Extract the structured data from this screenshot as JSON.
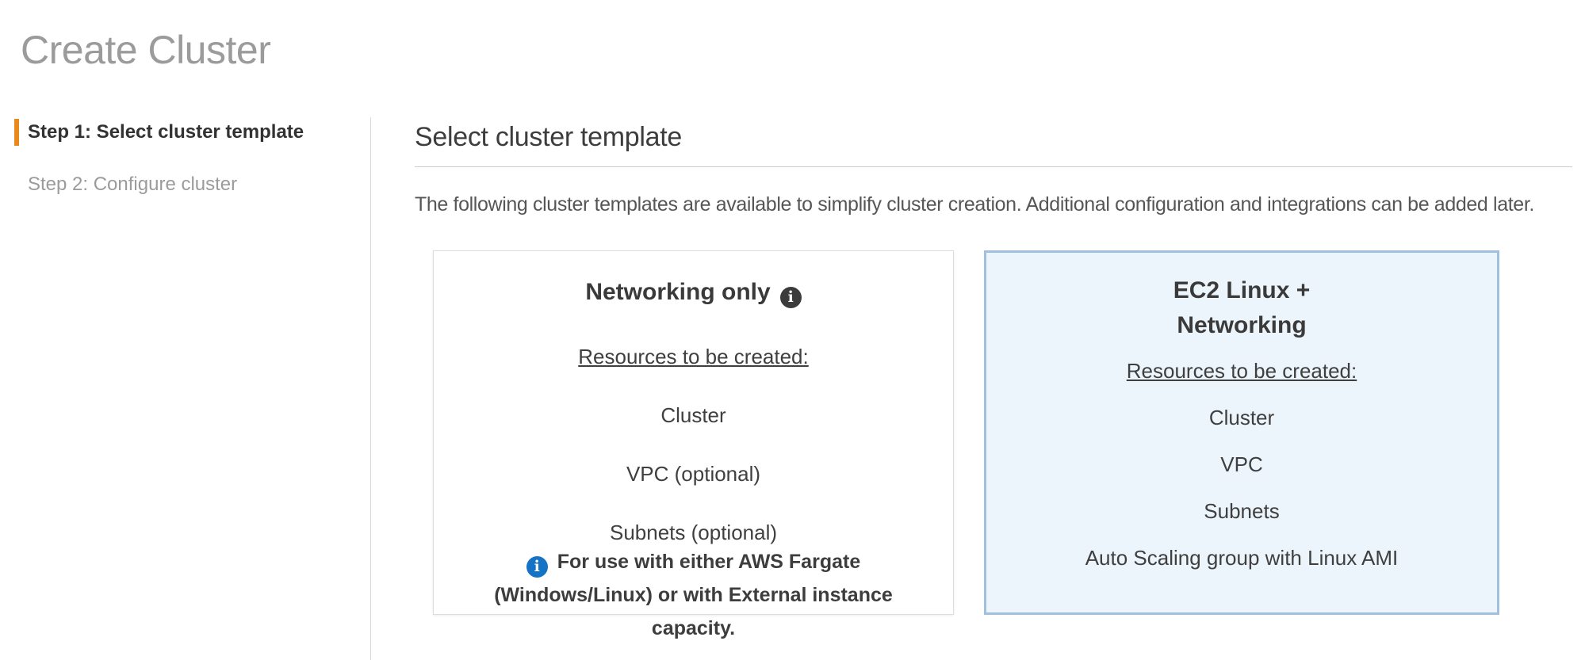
{
  "page": {
    "title": "Create Cluster"
  },
  "sidebar": {
    "steps": [
      {
        "label": "Step 1: Select cluster template",
        "active": true
      },
      {
        "label": "Step 2: Configure cluster",
        "active": false
      }
    ]
  },
  "main": {
    "heading": "Select cluster template",
    "description": "The following cluster templates are available to simplify cluster creation. Additional configuration and integrations can be added later.",
    "cards": [
      {
        "title_lines": [
          "Networking only"
        ],
        "title_info_icon": "info-icon",
        "resources_heading": "Resources to be created:",
        "resources": [
          "Cluster",
          "VPC (optional)",
          "Subnets (optional)"
        ],
        "note": "For use with either AWS Fargate (Windows/Linux) or with External instance capacity.",
        "note_icon": "info-icon",
        "selected": false
      },
      {
        "title_lines": [
          "EC2 Linux +",
          "Networking"
        ],
        "resources_heading": "Resources to be created:",
        "resources": [
          "Cluster",
          "VPC",
          "Subnets",
          "Auto Scaling group with Linux AMI"
        ],
        "selected": true
      }
    ]
  },
  "colors": {
    "active_step_accent": "#e8891c",
    "selected_card_border": "#a0c0dd",
    "selected_card_bg": "#ecf5fc",
    "info_icon_dark": "#3b3b3b",
    "info_icon_blue": "#1473c4"
  }
}
